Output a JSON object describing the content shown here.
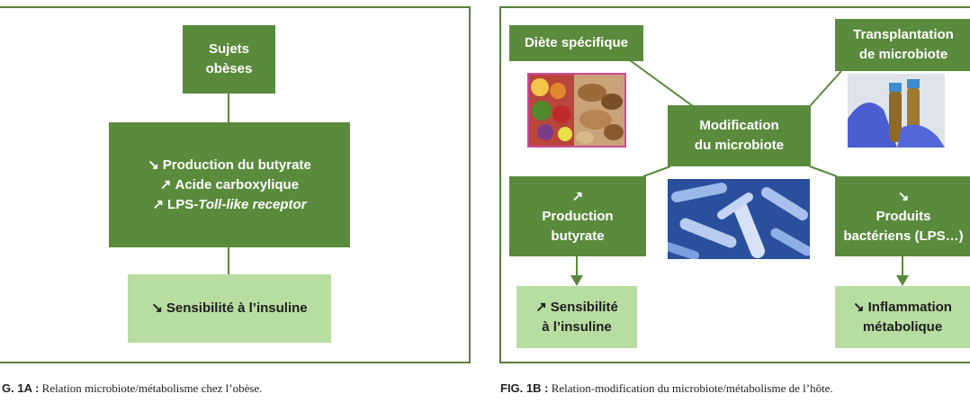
{
  "fig1a": {
    "box_top": [
      "Sujets",
      "obèses"
    ],
    "box_mid": [
      {
        "arrow": "↘",
        "text": "Production du butyrate"
      },
      {
        "arrow": "↗",
        "text": "Acide carboxylique"
      },
      {
        "arrow": "↗",
        "text_plain": "LPS-",
        "text_italic": "Toll-like receptor"
      }
    ],
    "box_bottom": {
      "arrow": "↘",
      "text": "Sensibilité à l’insuline"
    },
    "caption_label": "G. 1A :",
    "caption_text": " Relation microbiote/métabolisme chez l’obèse."
  },
  "fig1b": {
    "diete": "Diète spécifique",
    "transplant": [
      "Transplantation",
      "de microbiote"
    ],
    "modification": [
      "Modification",
      "du microbiote"
    ],
    "production": {
      "arrow": "↗",
      "lines": [
        "Production",
        "butyrate"
      ]
    },
    "produits": {
      "arrow": "↘",
      "lines": [
        "Produits",
        "bactériens (LPS…)"
      ]
    },
    "sensibilite": {
      "arrow": "↗",
      "lines": [
        "Sensibilité",
        "à l’insuline"
      ]
    },
    "inflammation": {
      "arrow": "↘",
      "lines": [
        "Inflammation",
        "métabolique"
      ]
    },
    "caption_label": "FIG. 1B :",
    "caption_text": " Relation-modification du microbiote/métabolisme de l’hôte."
  },
  "colors": {
    "dark_green": "#5a8a3c",
    "light_green": "#b8dda0",
    "frame": "#5a7f3c"
  },
  "images": [
    "food-photo",
    "sample-tubes-photo",
    "bacteria-photo"
  ]
}
